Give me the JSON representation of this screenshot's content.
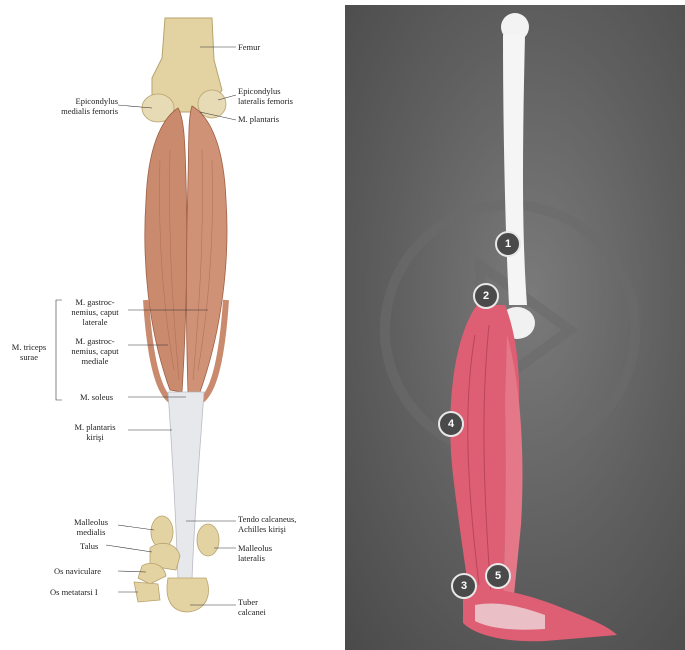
{
  "left_labels": {
    "femur": "Femur",
    "epi_med": "Epicondylus\nmedialis femoris",
    "epi_lat": "Epicondylus\nlateralis femoris",
    "plantaris": "M. plantaris",
    "gast_lat": "M. gastroc-\nnemius, caput\nlaterale",
    "gast_med": "M. gastroc-\nnemius, caput\nmediale",
    "triceps": "M. triceps\nsurae",
    "soleus": "M. soleus",
    "plant_kir": "M. plantaris\nkirişi",
    "mall_med": "Malleolus\nmedialis",
    "talus": "Talus",
    "navic": "Os naviculare",
    "metat": "Os metatarsi I",
    "tendo": "Tendo calcaneus,\nAchilles kirişi",
    "mall_lat": "Malleolus\nlateralis",
    "tuber": "Tuber\ncalcanei"
  },
  "markers": [
    "1",
    "2",
    "3",
    "4",
    "5"
  ],
  "colors": {
    "muscle_left": "#c98a6e",
    "bone": "#e3d3a2",
    "tendon": "#e6e8ec",
    "muscle_right": "#de5f73",
    "bg_right": "#5e5e5e"
  }
}
